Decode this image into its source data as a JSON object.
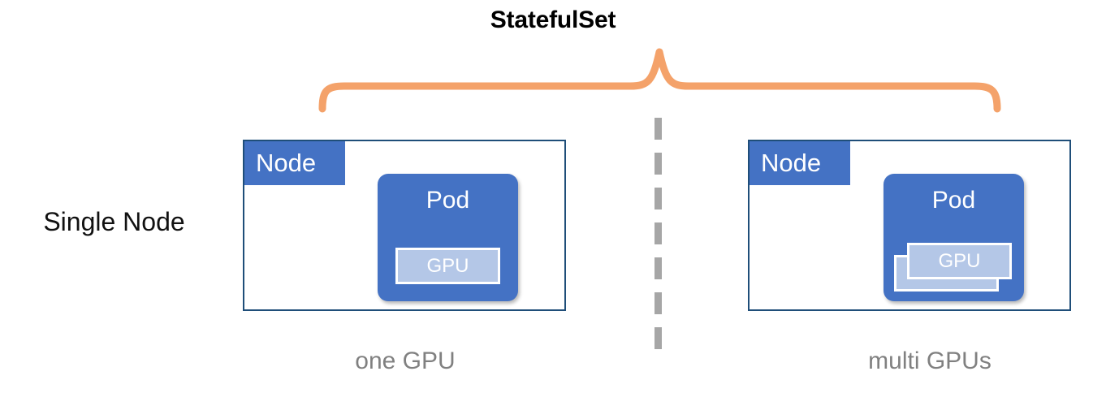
{
  "diagram": {
    "title": "StatefulSet",
    "side_label": "Single Node",
    "brace_color": "#F4A26A",
    "divider_color": "#A6A6A6",
    "node_border_color": "#1F4E79",
    "node_tag_color": "#4472C4",
    "pod_color": "#4472C4",
    "gpu_color": "#B4C7E7",
    "caption_color": "#808080"
  },
  "panels": [
    {
      "id": "single-gpu",
      "node_label": "Node",
      "pod_label": "Pod",
      "gpu_label": "GPU",
      "gpu_count": 1,
      "caption": "one GPU"
    },
    {
      "id": "multi-gpu",
      "node_label": "Node",
      "pod_label": "Pod",
      "gpu_label": "GPU",
      "gpu_count": 2,
      "caption": "multi GPUs"
    }
  ]
}
